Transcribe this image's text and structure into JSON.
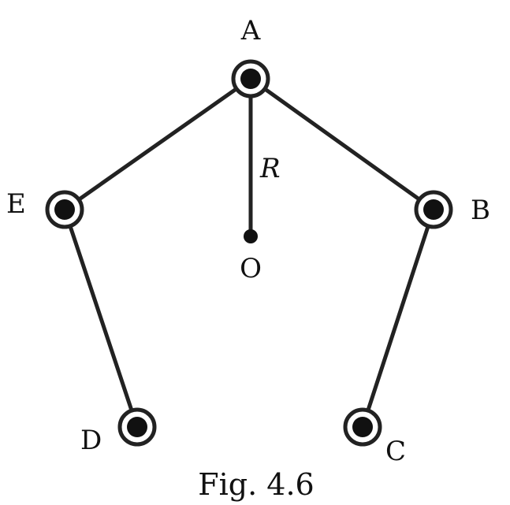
{
  "figure": {
    "caption": "Fig. 4.6",
    "radius_label": "R",
    "center_label": "O",
    "points": {
      "A": "A",
      "B": "B",
      "C": "C",
      "D": "D",
      "E": "E"
    },
    "line_color": "#222222",
    "dot_color": "#111111"
  }
}
